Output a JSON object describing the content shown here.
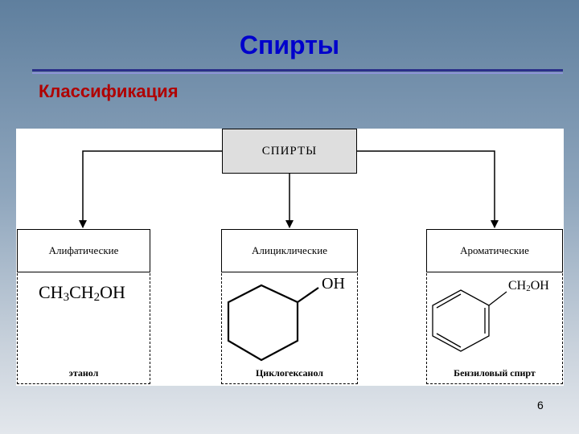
{
  "slide": {
    "title": "Спирты",
    "subtitle": "Классификация",
    "page_number": "6"
  },
  "diagram": {
    "root": "СПИРТЫ",
    "categories": [
      {
        "label": "Алифатические",
        "formula_parts": [
          "CH",
          "3",
          "CH",
          "2",
          "OH"
        ],
        "example_name": "этанол"
      },
      {
        "label": "Алициклические",
        "substituent": "OH",
        "example_name": "Циклогексанол"
      },
      {
        "label": "Ароматические",
        "formula_parts": [
          "CH",
          "2",
          "OH"
        ],
        "example_name": "Бензиловый спирт"
      }
    ]
  },
  "colors": {
    "title": "#0000cc",
    "subtitle": "#b00000",
    "root_box_fill": "#dedede",
    "rule_dark": "#2a2f88",
    "rule_light": "#8c92d6"
  }
}
